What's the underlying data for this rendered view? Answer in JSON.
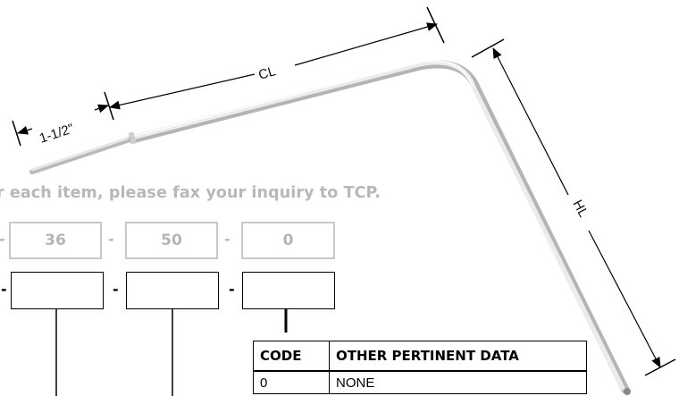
{
  "dimensions": {
    "tip_length": "1-1/2\"",
    "cold_length": "CL",
    "hot_length": "HL"
  },
  "instruction_text": "r each item, please fax your inquiry to TCP.",
  "example_code": {
    "separator": "-",
    "fields": [
      "36",
      "50",
      "0"
    ]
  },
  "entry_code": {
    "separator": "-",
    "fields": [
      "",
      "",
      ""
    ]
  },
  "other_data_table": {
    "headers": [
      "CODE",
      "OTHER PERTINENT DATA"
    ],
    "rows": [
      {
        "code": "0",
        "description": "NONE"
      }
    ]
  }
}
